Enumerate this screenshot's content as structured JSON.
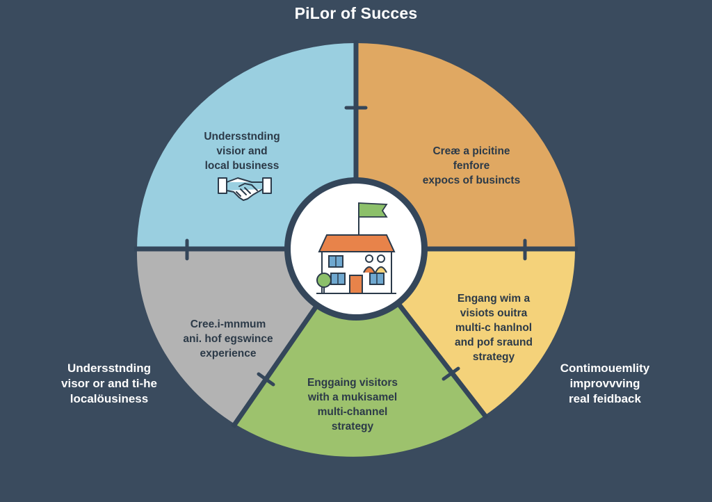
{
  "title": "PiLor of Succes",
  "colors": {
    "background": "#3a4b5e",
    "segment_blue": "#9acfe0",
    "segment_orange": "#e0a862",
    "segment_yellow": "#f4d27a",
    "segment_green": "#9dc26d",
    "segment_gray": "#b3b3b3",
    "divider": "#34465a",
    "roof": "#e8834a",
    "flag": "#8cc06a"
  },
  "segments": [
    {
      "name": "blue",
      "lines": [
        "Undersstnding",
        "visior and",
        "local business"
      ],
      "icon": "handshake-icon"
    },
    {
      "name": "orange",
      "lines": [
        "Creæ a picitine",
        "fenfore",
        "expocs of busincts"
      ]
    },
    {
      "name": "yellow",
      "lines": [
        "Engang wim a",
        "visiots ouitra",
        "multi-c hanlnol",
        "and pof sraund",
        "strategy"
      ]
    },
    {
      "name": "green",
      "lines": [
        "Enggaing visitors",
        "with a mukisamel",
        "multi-channel",
        "strategy"
      ]
    },
    {
      "name": "gray",
      "lines": [
        "Cree.i-mnmum",
        "ani. hof egswince",
        "experience"
      ]
    }
  ],
  "center": {
    "icon": "house-flag-icon"
  },
  "outer_labels": {
    "left": [
      "Undersstnding",
      "visor or and ti-he",
      "localöusiness"
    ],
    "right": [
      "Contimouemlity",
      "improvvving",
      "real feidback"
    ]
  }
}
